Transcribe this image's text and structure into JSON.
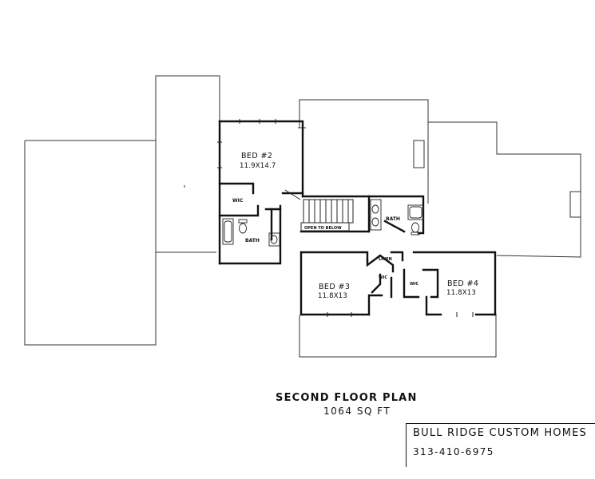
{
  "plan": {
    "title": "SECOND FLOOR PLAN",
    "area": "1064 SQ FT"
  },
  "builder": {
    "name": "BULL RIDGE CUSTOM HOMES",
    "phone": "313-410-6975"
  },
  "rooms": {
    "bed2": {
      "name": "BED #2",
      "dims": "11.9X14.7"
    },
    "bed3": {
      "name": "BED #3",
      "dims": "11.8X13"
    },
    "bed4": {
      "name": "BED #4",
      "dims": "11.8X13"
    },
    "bath_left": {
      "name": "BATH"
    },
    "bath_right": {
      "name": "BATH"
    },
    "wic_left": {
      "name": "WIC"
    },
    "wic_center": {
      "name": "WIC"
    },
    "wic_right": {
      "name": "WIC"
    },
    "linen": {
      "name": "LINEN"
    },
    "stair_note": {
      "name": "OPEN TO BELOW"
    }
  }
}
